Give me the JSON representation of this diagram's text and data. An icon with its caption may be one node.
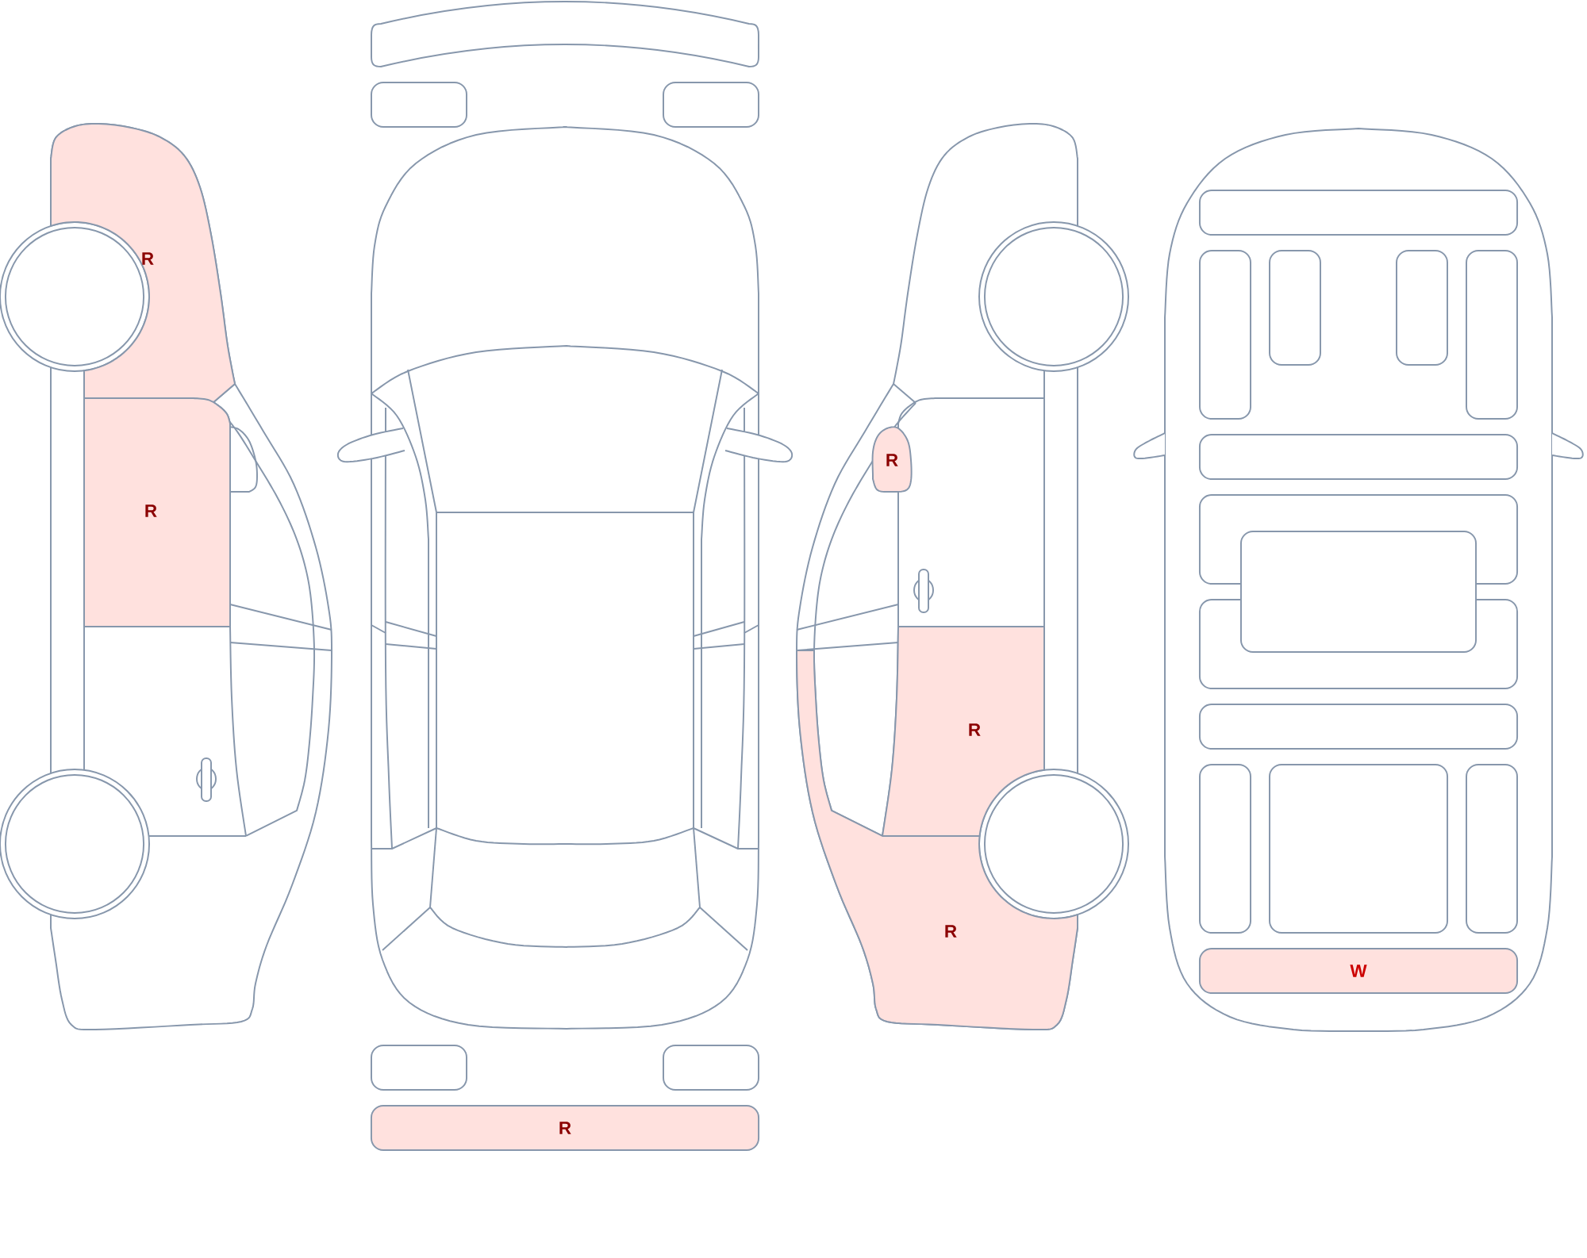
{
  "diagram": {
    "nodes": [
      {
        "text": [
          "R"
        ]
      },
      {
        "text": [
          "R"
        ]
      },
      {
        "text": [],
        "shape": "bar"
      },
      {
        "text": [],
        "shape": "box"
      },
      {
        "text": [],
        "shape": "box"
      },
      {
        "text": [],
        "shape": "box"
      },
      {
        "text": [],
        "shape": "box"
      },
      {
        "text": [
          "R"
        ]
      },
      {
        "text": [
          "R"
        ]
      },
      {
        "text": [
          "R"
        ]
      },
      {
        "text": [
          "R"
        ]
      },
      {
        "text": [],
        "shape": "box"
      },
      {
        "text": [],
        "shape": "box"
      },
      {
        "text": [],
        "shape": "box"
      },
      {
        "text": [],
        "shape": "box"
      },
      {
        "text": [],
        "shape": "box"
      },
      {
        "text": [],
        "shape": "box"
      },
      {
        "text": [],
        "shape": "box"
      },
      {
        "text": [],
        "shape": "box"
      },
      {
        "text": [],
        "shape": "box"
      },
      {
        "text": [],
        "shape": "box"
      },
      {
        "text": [],
        "shape": "box"
      },
      {
        "text": [],
        "shape": "box"
      },
      {
        "text": [],
        "shape": "box"
      },
      {
        "text": [
          "W"
        ]
      }
    ]
  }
}
